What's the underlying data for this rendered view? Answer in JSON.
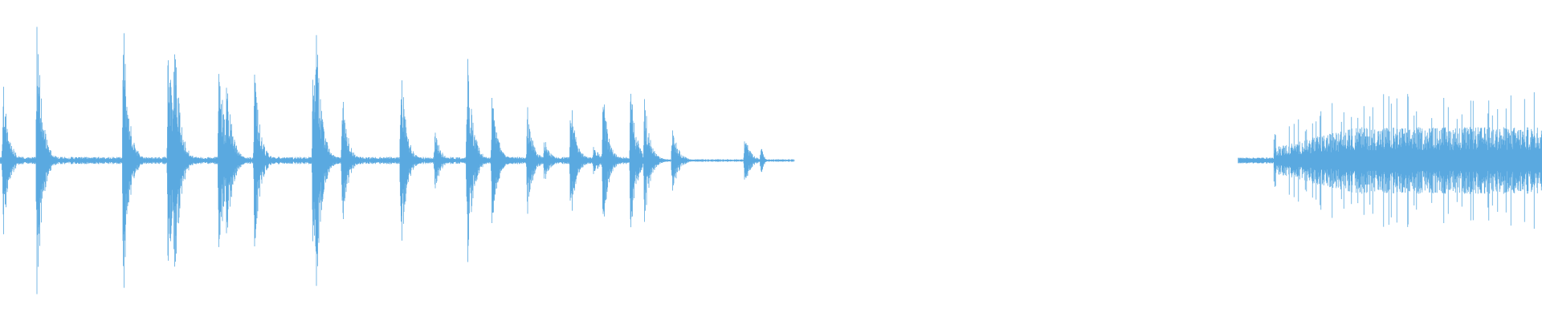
{
  "waveform": {
    "color": "#5aa9e0",
    "background": "#ffffff",
    "duration_fraction_total": 1.0,
    "segments": [
      {
        "name": "segment-1",
        "start": 0.0,
        "end": 0.515,
        "noise_floor": 0.02,
        "transients": [
          {
            "t": 0.002,
            "amp": 0.55
          },
          {
            "t": 0.024,
            "amp": 0.95
          },
          {
            "t": 0.08,
            "amp": 0.97
          },
          {
            "t": 0.109,
            "amp": 0.9
          },
          {
            "t": 0.113,
            "amp": 0.95
          },
          {
            "t": 0.142,
            "amp": 0.78
          },
          {
            "t": 0.147,
            "amp": 0.62
          },
          {
            "t": 0.165,
            "amp": 0.64
          },
          {
            "t": 0.203,
            "amp": 0.75
          },
          {
            "t": 0.205,
            "amp": 0.95
          },
          {
            "t": 0.222,
            "amp": 0.48
          },
          {
            "t": 0.26,
            "amp": 0.68
          },
          {
            "t": 0.282,
            "amp": 0.22
          },
          {
            "t": 0.303,
            "amp": 0.78
          },
          {
            "t": 0.319,
            "amp": 0.48
          },
          {
            "t": 0.32,
            "amp": 0.38
          },
          {
            "t": 0.342,
            "amp": 0.38
          },
          {
            "t": 0.353,
            "amp": 0.16
          },
          {
            "t": 0.37,
            "amp": 0.48
          },
          {
            "t": 0.385,
            "amp": 0.12
          },
          {
            "t": 0.391,
            "amp": 0.48
          },
          {
            "t": 0.409,
            "amp": 0.52
          },
          {
            "t": 0.418,
            "amp": 0.42
          },
          {
            "t": 0.436,
            "amp": 0.26
          },
          {
            "t": 0.483,
            "amp": 0.18
          }
        ]
      },
      {
        "name": "segment-2",
        "start": 0.803,
        "end": 1.0,
        "noise_floor": 0.0,
        "ramp": {
          "start": 0.803,
          "onset": 0.826,
          "plateau": 0.88
        },
        "body_amp": 0.22,
        "peak_amp": 0.45
      }
    ]
  }
}
